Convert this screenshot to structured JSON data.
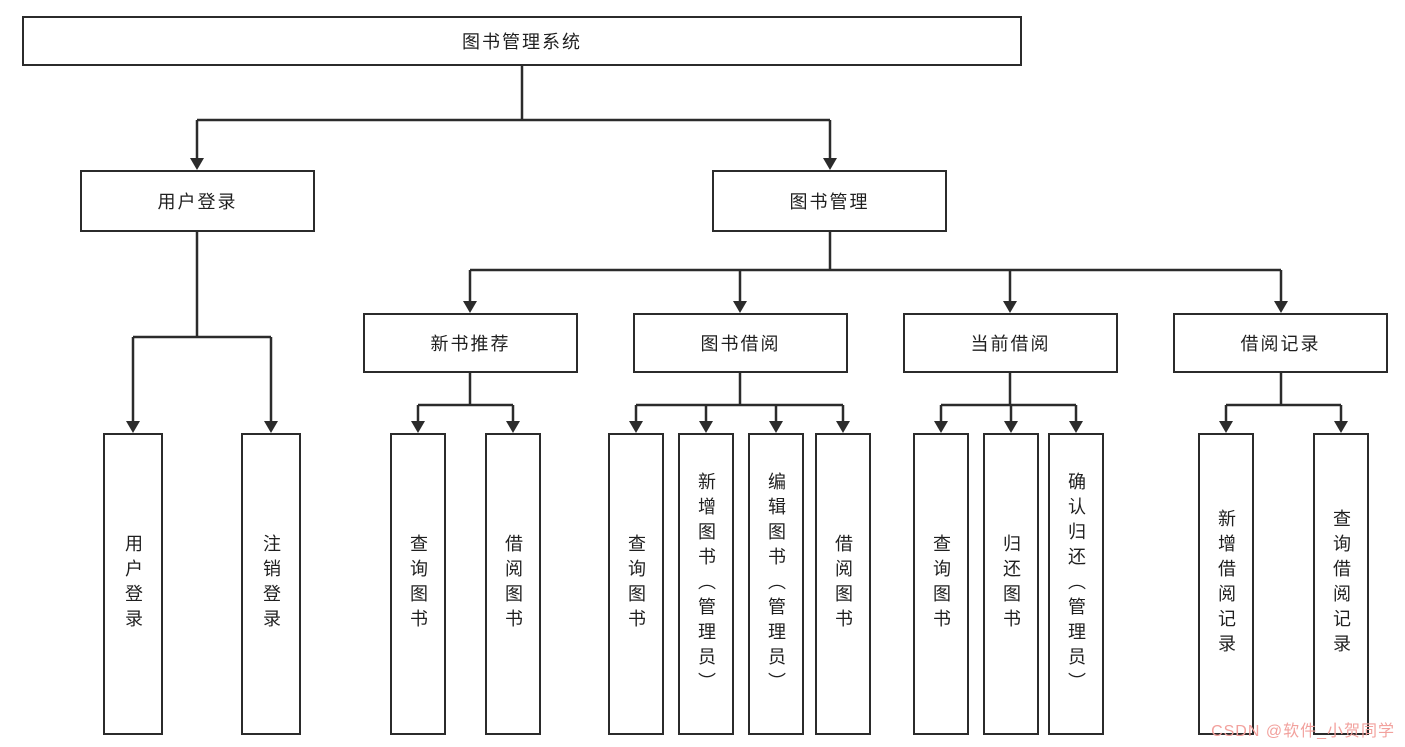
{
  "diagram": {
    "root": "图书管理系统",
    "branches": [
      {
        "label": "用户登录",
        "children": [
          "用户登录",
          "注销登录"
        ]
      },
      {
        "label": "图书管理",
        "children": [
          {
            "label": "新书推荐",
            "children": [
              "查询图书",
              "借阅图书"
            ]
          },
          {
            "label": "图书借阅",
            "children": [
              "查询图书",
              "新增图书（管理员）",
              "编辑图书（管理员）",
              "借阅图书"
            ]
          },
          {
            "label": "当前借阅",
            "children": [
              "查询图书",
              "归还图书",
              "确认归还（管理员）"
            ]
          },
          {
            "label": "借阅记录",
            "children": [
              "新增借阅记录",
              "查询借阅记录"
            ]
          }
        ]
      }
    ]
  },
  "watermark": "CSDN @软件_小贺同学",
  "colors": {
    "line": "#2b2b2b",
    "box_border": "#2b2b2b",
    "text": "#1f1f1f",
    "watermark": "#f2a19d",
    "background": "#ffffff"
  }
}
